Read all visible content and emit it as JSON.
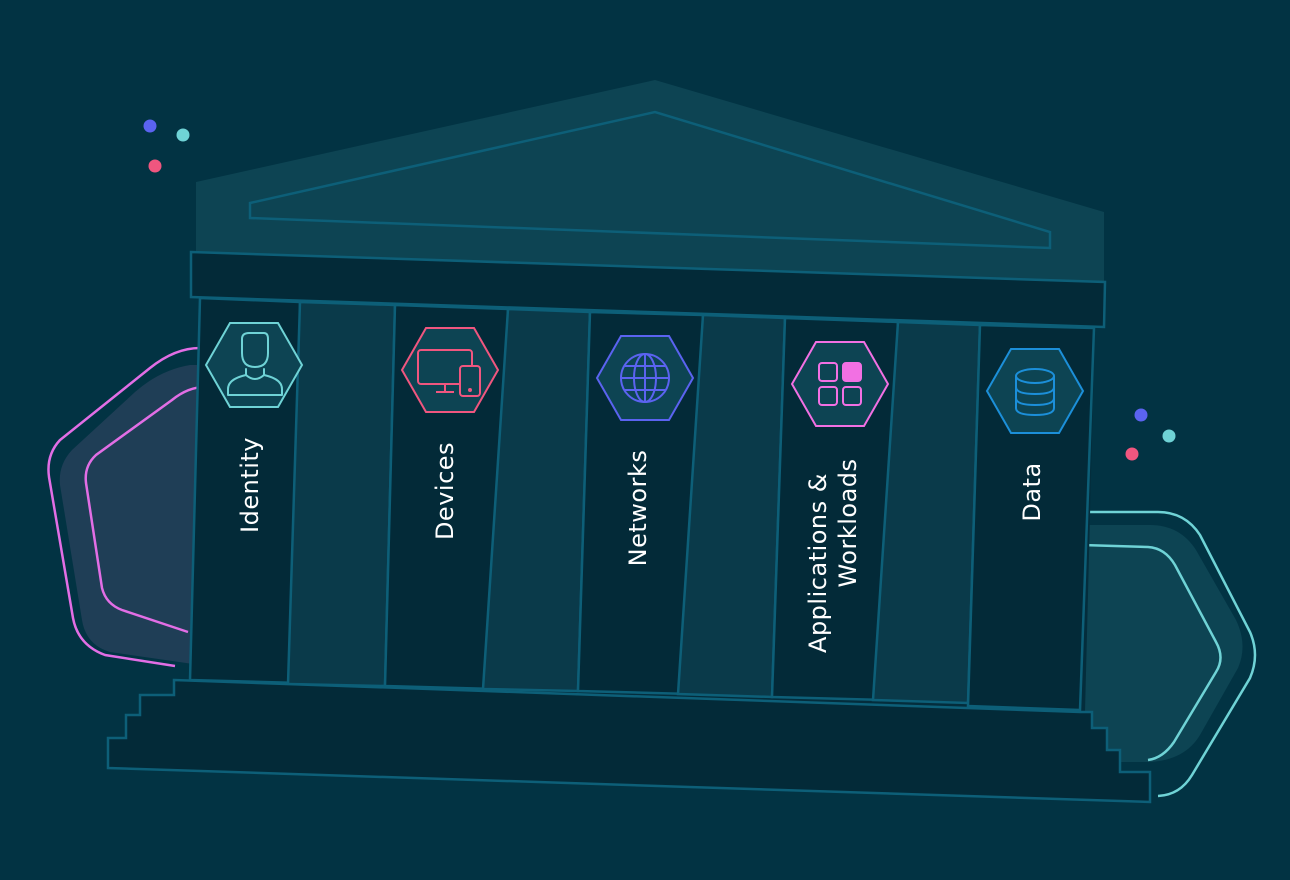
{
  "pillars": [
    {
      "label": "Identity",
      "icon": "person-icon",
      "color": "#6fd3d6"
    },
    {
      "label": "Devices",
      "icon": "devices-icon",
      "color": "#f0567f"
    },
    {
      "label": "Networks",
      "icon": "globe-icon",
      "color": "#5b63f0"
    },
    {
      "label_line1": "Applications &",
      "label_line2": "Workloads",
      "icon": "apps-grid-icon",
      "color": "#f270e3"
    },
    {
      "label": "Data",
      "icon": "database-icon",
      "color": "#1c8fd9"
    }
  ],
  "colors": {
    "background": "#023343",
    "building": "#0d4453",
    "building_dark": "#032a38",
    "outline": "#0d5f78",
    "left_arrow": "#e26ee5",
    "right_arrow": "#6fd3d6"
  }
}
